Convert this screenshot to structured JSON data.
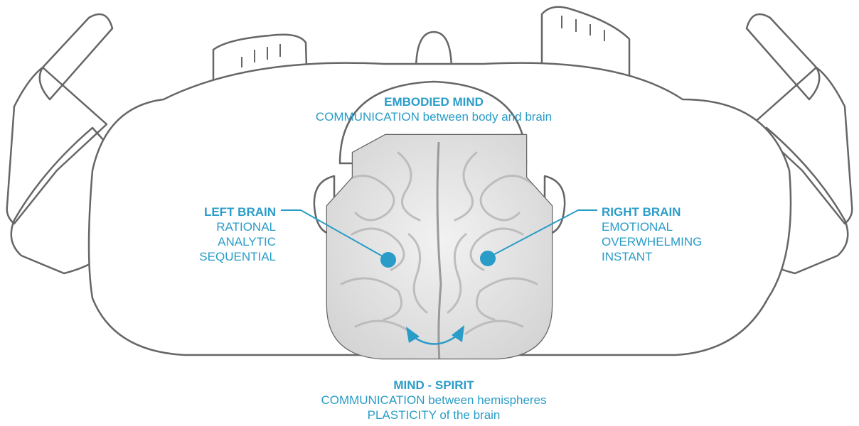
{
  "colors": {
    "accent": "#2a9cc8",
    "outline": "#666666",
    "brain": "#d9d9d9"
  },
  "embodied": {
    "title": "EMBODIED MIND",
    "subtitle": "COMMUNICATION between body and brain"
  },
  "left_brain": {
    "title": "LEFT BRAIN",
    "lines": [
      "RATIONAL",
      "ANALYTIC",
      "SEQUENTIAL"
    ]
  },
  "right_brain": {
    "title": "RIGHT BRAIN",
    "lines": [
      "EMOTIONAL",
      "OVERWHELMING",
      "INSTANT"
    ]
  },
  "mind_spirit": {
    "title": "MIND - SPIRIT",
    "lines": [
      "COMMUNICATION between hemispheres",
      "PLASTICITY of the brain"
    ]
  }
}
